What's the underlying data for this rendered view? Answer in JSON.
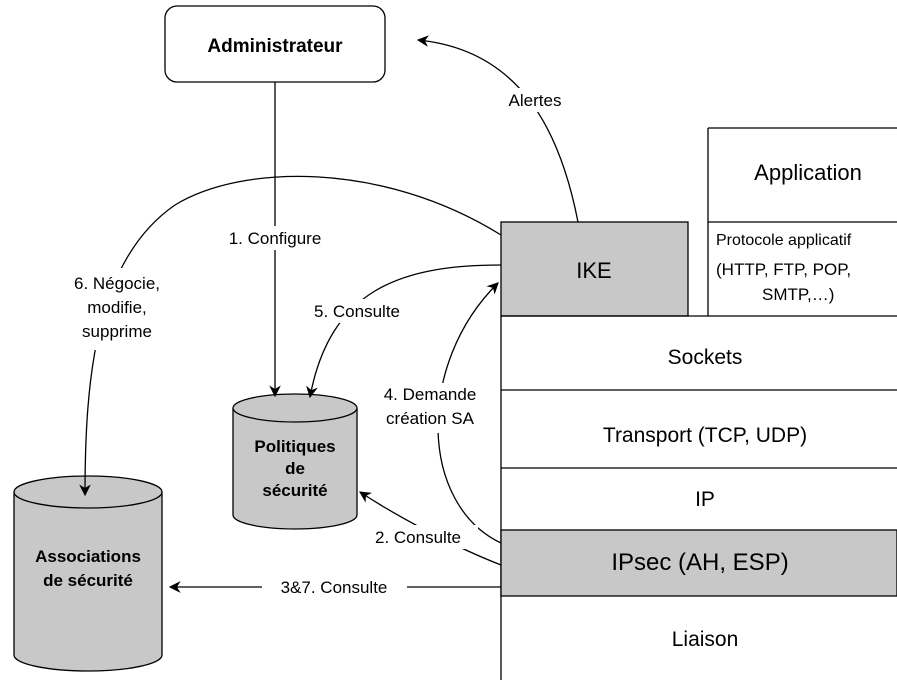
{
  "nodes": {
    "administrateur": "Administrateur",
    "application": "Application",
    "protocole_title": "Protocole applicatif",
    "protocole_line1": "(HTTP, FTP, POP,",
    "protocole_line2": "SMTP,…)",
    "ike": "IKE",
    "sockets": "Sockets",
    "transport": "Transport (TCP, UDP)",
    "ip": "IP",
    "ipsec": "IPsec (AH, ESP)",
    "liaison": "Liaison",
    "politiques_line1": "Politiques",
    "politiques_line2": "de",
    "politiques_line3": "sécurité",
    "associations_line1": "Associations",
    "associations_line2": "de sécurité"
  },
  "edges": {
    "alertes": "Alertes",
    "configure": "1. Configure",
    "negocie_line1": "6. Négocie,",
    "negocie_line2": "modifie,",
    "negocie_line3": "supprime",
    "consulte5": "5. Consulte",
    "demande_line1": "4. Demande",
    "demande_line2": "création SA",
    "consulte2": "2. Consulte",
    "consulte37": "3&7. Consulte"
  },
  "colors": {
    "gray_fill": "#c8c8c8",
    "line": "#000000",
    "background": "#ffffff"
  }
}
